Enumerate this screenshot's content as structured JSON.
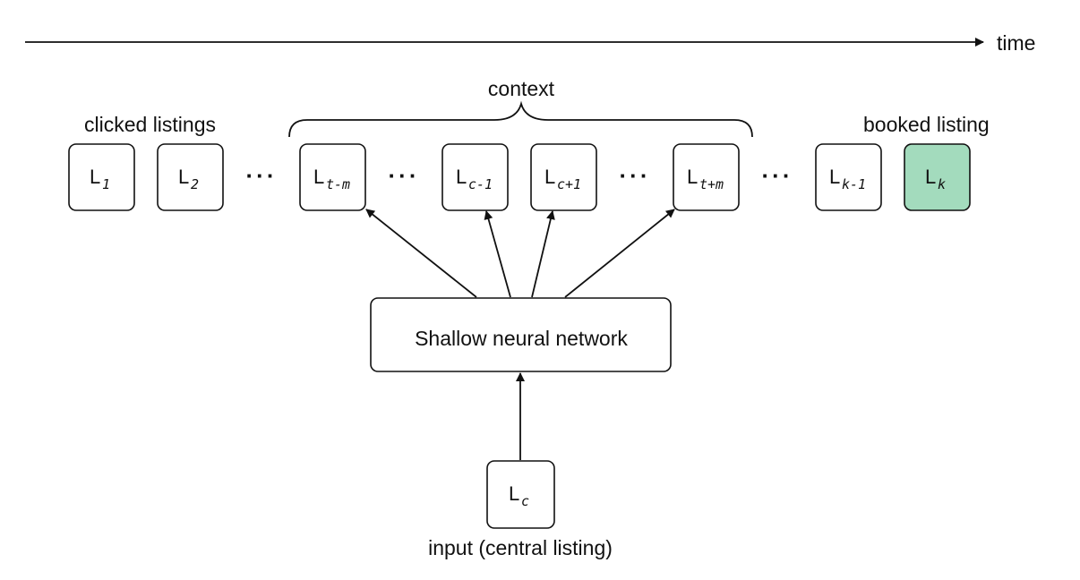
{
  "labels": {
    "time": "time",
    "context": "context",
    "clicked": "clicked listings",
    "booked": "booked listing",
    "network": "Shallow neural network",
    "input": "input (central listing)",
    "ellipsis": "···"
  },
  "nodes": [
    {
      "id": "l1",
      "main": "L",
      "sub": "1"
    },
    {
      "id": "l2",
      "main": "L",
      "sub": "2"
    },
    {
      "id": "ltm",
      "main": "L",
      "sub": "t-m"
    },
    {
      "id": "lcm1",
      "main": "L",
      "sub": "c-1"
    },
    {
      "id": "lcp1",
      "main": "L",
      "sub": "c+1"
    },
    {
      "id": "ltp",
      "main": "L",
      "sub": "t+m"
    },
    {
      "id": "lkm1",
      "main": "L",
      "sub": "k-1"
    },
    {
      "id": "lk",
      "main": "L",
      "sub": "k"
    },
    {
      "id": "lc",
      "main": "L",
      "sub": "c"
    }
  ],
  "colors": {
    "stroke": "#111111",
    "booked_fill": "#a3dbbd"
  }
}
